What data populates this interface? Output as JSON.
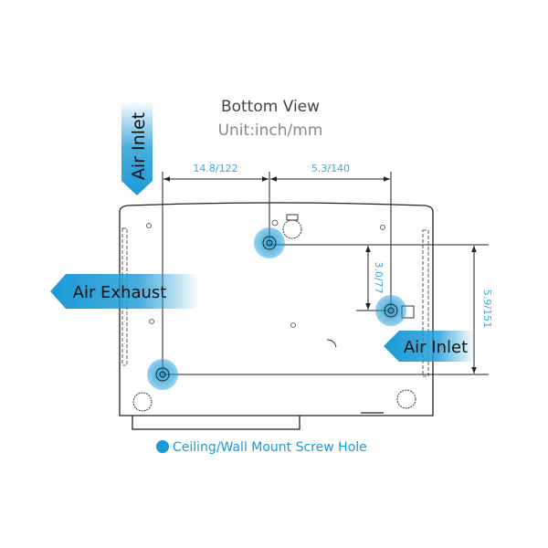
{
  "title": "Bottom View",
  "unit": "Unit:inch/mm",
  "dimensions": {
    "width_left": "14.8/122",
    "width_right": "5.3/140",
    "height_small": "3.0/77",
    "height_large": "5.9/151"
  },
  "arrows": {
    "air_inlet_top": "Air Inlet",
    "air_exhaust": "Air Exhaust",
    "air_inlet_right": "Air Inlet"
  },
  "legend": "Ceiling/Wall Mount Screw Hole",
  "colors": {
    "accent": "#1a9ad6",
    "dim_text": "#3aa8dc",
    "line": "#222222",
    "title": "#444444",
    "unit": "#777777"
  }
}
